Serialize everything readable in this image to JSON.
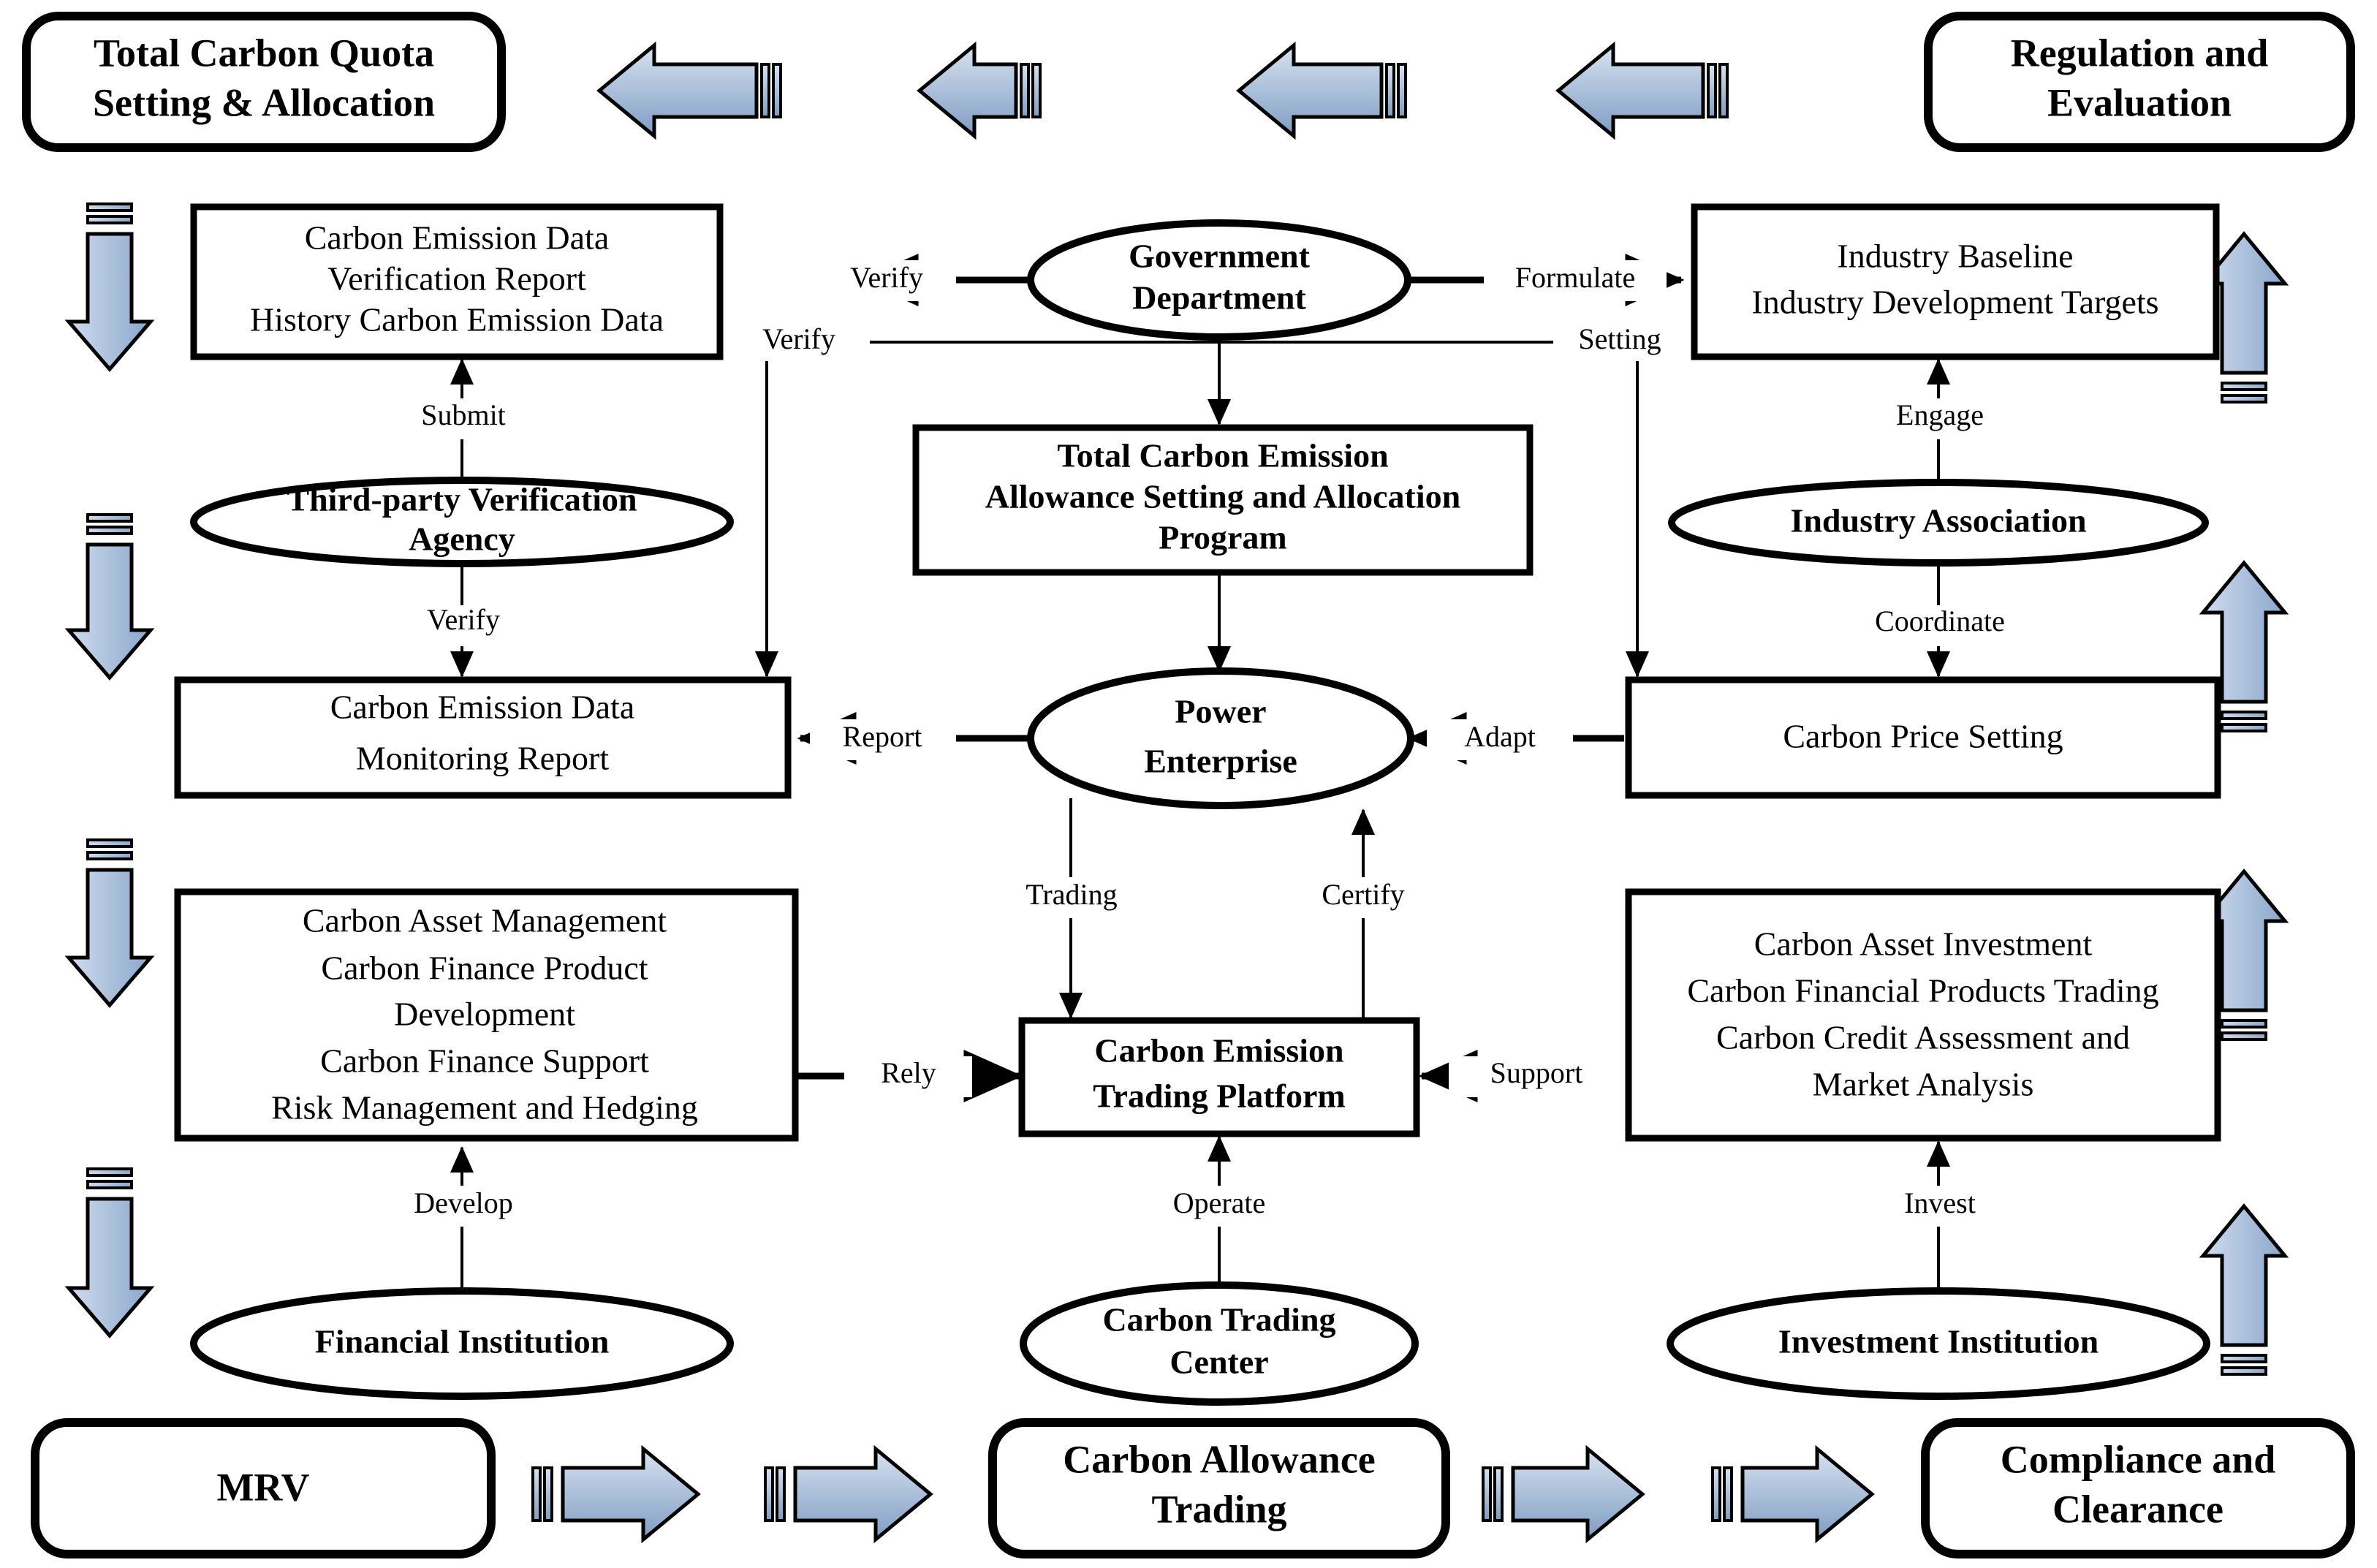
{
  "diagram": {
    "title": "Carbon Emission Trading Market Framework",
    "colors": {
      "arrow_fill_light": "#cfdcee",
      "arrow_fill_dark": "#7f9ec4",
      "stroke": "#000000",
      "background": "#ffffff"
    },
    "banners": {
      "top_left": "Total Carbon Quota\nSetting & Allocation",
      "top_left_line1": "Total Carbon Quota",
      "top_left_line2": "Setting & Allocation",
      "top_right_line1": "Regulation and",
      "top_right_line2": "Evaluation",
      "bottom_left": "MRV",
      "bottom_center_line1": "Carbon Allowance",
      "bottom_center_line2": "Trading",
      "bottom_right_line1": "Compliance and",
      "bottom_right_line2": "Clearance"
    },
    "nodes": {
      "carbon_emission_data_report": {
        "line1": "Carbon Emission Data",
        "line2": "Verification Report",
        "line3": "History Carbon Emission Data"
      },
      "government_department": {
        "line1": "Government",
        "line2": "Department"
      },
      "industry_baseline": {
        "line1": "Industry Baseline",
        "line2": "Industry Development Targets"
      },
      "third_party_agency": {
        "line1": "Third-party Verification",
        "line2": "Agency"
      },
      "allowance_program": {
        "line1": "Total Carbon Emission",
        "line2": "Allowance Setting and Allocation",
        "line3": "Program"
      },
      "industry_association": {
        "line1": "Industry Association"
      },
      "monitoring_report": {
        "line1": "Carbon Emission Data",
        "line2": "Monitoring Report"
      },
      "power_enterprise": {
        "line1": "Power",
        "line2": "Enterprise"
      },
      "carbon_price_setting": {
        "line1": "Carbon Price Setting"
      },
      "carbon_finance_box": {
        "line1": "Carbon Asset Management",
        "line2": "Carbon Finance Product",
        "line3": "Development",
        "line4": "Carbon Finance Support",
        "line5": "Risk Management and Hedging"
      },
      "trading_platform": {
        "line1": "Carbon Emission",
        "line2": "Trading Platform"
      },
      "investment_box": {
        "line1": "Carbon Asset Investment",
        "line2": "Carbon Financial Products Trading",
        "line3": "Carbon Credit Assessment and",
        "line4": "Market Analysis"
      },
      "financial_institution": {
        "line1": "Financial Institution"
      },
      "carbon_trading_center": {
        "line1": "Carbon Trading",
        "line2": "Center"
      },
      "investment_institution": {
        "line1": "Investment Institution"
      }
    },
    "edge_labels": {
      "verify_top": "Verify",
      "formulate": "Formulate",
      "verify_left": "Verify",
      "setting": "Setting",
      "submit": "Submit",
      "engage": "Engage",
      "verify_agency": "Verify",
      "coordinate": "Coordinate",
      "report": "Report",
      "adapt": "Adapt",
      "trading": "Trading",
      "certify": "Certify",
      "rely": "Rely",
      "support": "Support",
      "develop": "Develop",
      "operate": "Operate",
      "invest": "Invest"
    },
    "flow_arrows": {
      "top_row_direction": "left",
      "top_row_count": 4,
      "bottom_row_direction": "right",
      "bottom_row_count": 4,
      "left_column_direction": "down",
      "left_column_count": 4,
      "right_column_direction": "up",
      "right_column_count": 4
    }
  }
}
